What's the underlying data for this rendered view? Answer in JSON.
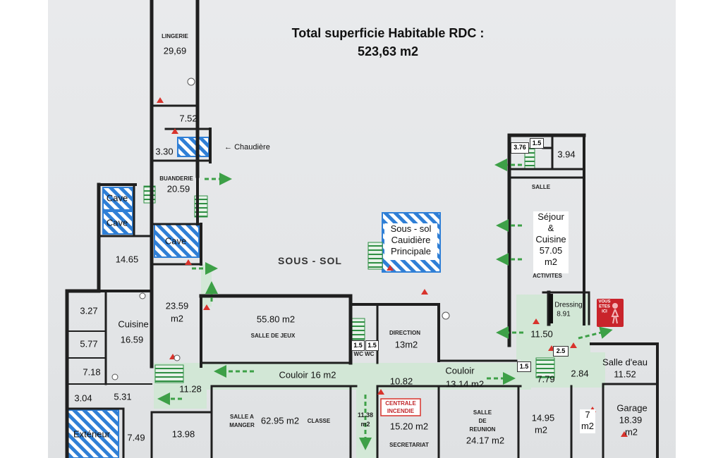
{
  "title": {
    "line1": "Total superficie Habitable RDC :",
    "line2": "523,63 m2"
  },
  "sous_sol_label": "SOUS - SOL",
  "annotation_chaudiere": "Chaudière",
  "rooms": {
    "lingerie": {
      "name": "LINGERIE",
      "area": "29,69"
    },
    "r752": "7.52",
    "r330": "3.30",
    "buanderie": {
      "name": "BUANDERIE",
      "area": "20.59"
    },
    "cave1": "Cave",
    "cave2": "Cave",
    "cave3": "Cave",
    "r1465": "14.65",
    "r2359": {
      "line1": "23.59",
      "line2": "m2"
    },
    "r327": "3.27",
    "cuisine": {
      "name": "Cuisine",
      "area": "16.59"
    },
    "r577": "5.77",
    "r718": "7.18",
    "r304": "3.04",
    "r531": "5.31",
    "r1128": "11.28",
    "exterieur": "Extérieur",
    "r749": "7.49",
    "r1398": "13.98",
    "salle_jeux": {
      "area": "55.80 m2",
      "name": "SALLE DE JEUX"
    },
    "wc1": "1.5",
    "wc2": "1.5",
    "wc_label": "WC WC",
    "direction": {
      "name": "DIRECTION",
      "area": "13m2"
    },
    "couloir16": "Couloir 16 m2",
    "r1082": "10.82",
    "couloir1314": {
      "line1": "Couloir",
      "line2": "13.14 m2"
    },
    "salle_manger": {
      "name1": "SALLE A",
      "name2": "MANGER",
      "area": "62.95 m2",
      "suffix": "CLASSE"
    },
    "r1138": {
      "line1": "11.38",
      "line2": "m2"
    },
    "centrale": {
      "line1": "CENTRALE",
      "line2": "INCENDIE"
    },
    "secretariat": {
      "area": "15.20 m2",
      "name": "SECRETARIAT"
    },
    "salle_reunion": {
      "name1": "SALLE",
      "name2": "DE",
      "name3": "REUNION",
      "area": "24.17 m2"
    },
    "sous_sol_box": {
      "line1": "Sous - sol",
      "line2": "Cauidière",
      "line3": "Principale"
    },
    "r376": "3.76",
    "r15c": "1.5",
    "r394": "3.94",
    "salle_label": "SALLE",
    "sejour": {
      "line1": "Séjour",
      "line2": "&",
      "line3": "Cuisine",
      "line4": "57.05",
      "line5": "m2"
    },
    "activites": "ACTIVITES",
    "dressing": {
      "name": "Dressing",
      "area": "8.91"
    },
    "r1150": "11.50",
    "r25": "2.5",
    "r15d": "1.5",
    "r779": "7.79",
    "r284": "2.84",
    "salle_eau": {
      "name": "Salle d'eau",
      "area": "11.52"
    },
    "r1495": {
      "line1": "14.95",
      "line2": "m2"
    },
    "r7": {
      "line1": "7",
      "line2": "m2"
    },
    "garage": {
      "name": "Garage",
      "line1": "18.39",
      "line2": "m2"
    }
  },
  "sign": {
    "line1": "VOUS",
    "line2": "ETES",
    "line3": "ICI"
  },
  "colors": {
    "wall": "#1f1f1f",
    "corridor": "#cfe6d3",
    "arrow": "#3da047",
    "hatch": "#2f7fd6",
    "marker": "#d8332c",
    "sign": "#c9242b"
  }
}
